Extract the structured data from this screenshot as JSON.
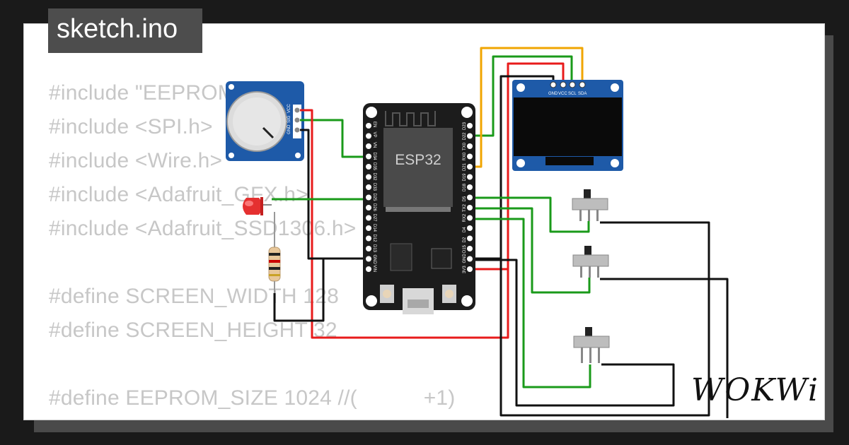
{
  "file_tab": {
    "name": "sketch.ino"
  },
  "code_lines": [
    "#include \"EEPROM.h\"",
    "#include <SPI.h>",
    "#include <Wire.h>",
    "#include <Adafruit_GFX.h>",
    "#include <Adafruit_SSD1306.h>",
    "",
    "#define SCREEN_WIDTH 128",
    "#define SCREEN_HEIGHT 32",
    "",
    "#define EEPROM_SIZE 1024 //(           +1)"
  ],
  "esp32": {
    "chip_label": "ESP32",
    "left_pins": [
      "EN",
      "VP",
      "VN",
      "D34",
      "D35",
      "D32",
      "D33",
      "D25",
      "D26",
      "D27",
      "D14",
      "D12",
      "D13",
      "GND",
      "VIN"
    ],
    "right_pins": [
      "D23",
      "D22",
      "TX0",
      "RX0",
      "D21",
      "D19",
      "D18",
      "D5",
      "TX2",
      "RX2",
      "D4",
      "D2",
      "D15",
      "GND",
      "3V3"
    ]
  },
  "oled": {
    "pins": [
      "GND",
      "VCC",
      "SCL",
      "SDA"
    ]
  },
  "potentiometer": {
    "pins": [
      "VCC",
      "SIG",
      "GND"
    ]
  },
  "brand": {
    "logo_text": "WOKWi"
  },
  "colors": {
    "wire_red": "#e81b1b",
    "wire_green": "#1a9a1a",
    "wire_black": "#111111",
    "wire_orange": "#f0a500",
    "board_blue": "#1e5aa8"
  }
}
